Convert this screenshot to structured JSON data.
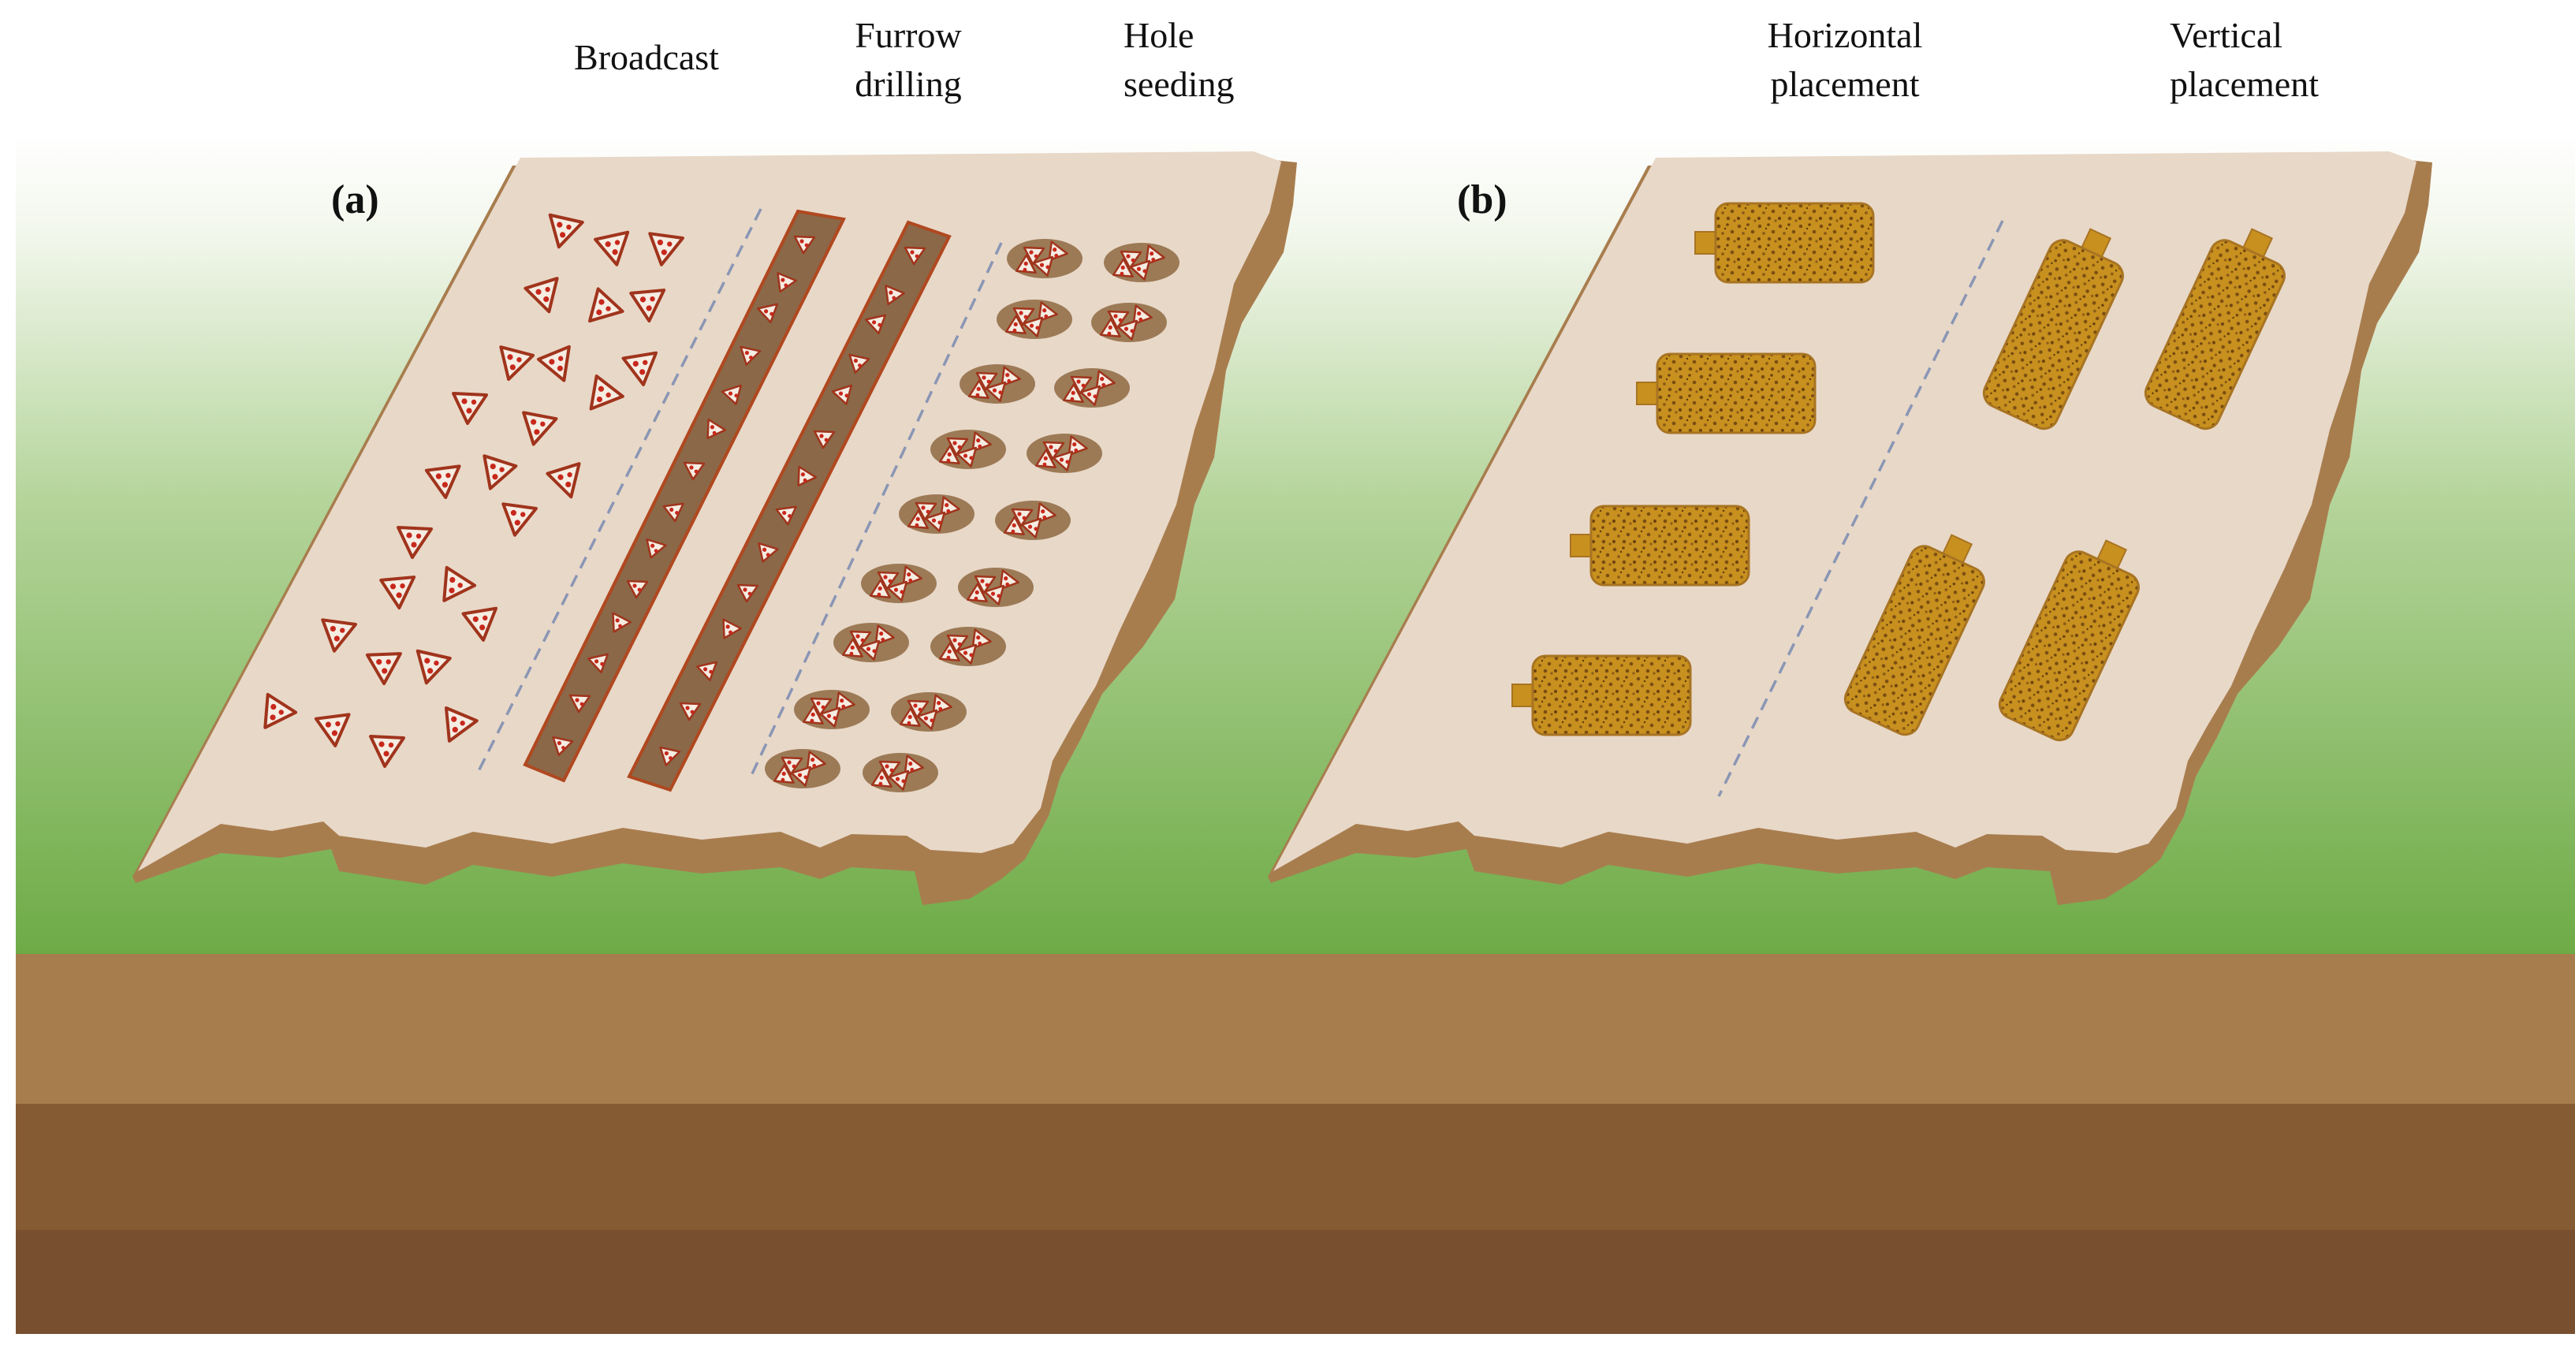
{
  "headings": {
    "broadcast": "Broadcast",
    "furrow_line1": "Furrow",
    "furrow_line2": "drilling",
    "hole_line1": "Hole",
    "hole_line2": "seeding",
    "horizontal_line1": "Horizontal",
    "horizontal_line2": "placement",
    "vertical_line1": "Vertical",
    "vertical_line2": "placement"
  },
  "panels": {
    "a": "(a)",
    "b": "(b)"
  },
  "colors": {
    "sky_top": "#ffffff",
    "grass": "#72ad4a",
    "soil_top": "#a87d4e",
    "soil_mid": "#855b34",
    "soil_deep": "#785030",
    "field_surface": "#e8d8c8",
    "field_edge": "#a87d4e",
    "furrow": "#8a6848",
    "furrow_border": "#b04820",
    "hole": "#9c7a56",
    "seed_red": "#c8281c",
    "seed_body": "#f5ece2",
    "pellet": "#c8901e",
    "pellet_speckle": "#7a4e12",
    "divider": "#8a96b4"
  },
  "icons": {
    "broadcast_seed": "triangular-seed-icon",
    "clustered_seed": "seed-cluster-icon",
    "seed_pack": "seed-bottle-icon"
  }
}
